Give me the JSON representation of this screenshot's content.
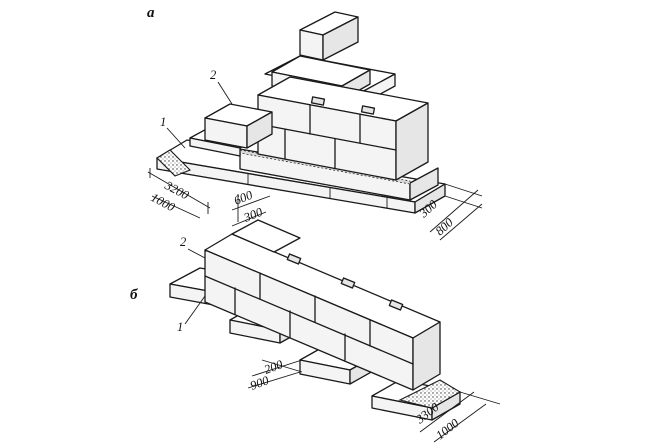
{
  "figure_a": {
    "label": "а",
    "callouts": [
      "1",
      "2"
    ],
    "dimensions": {
      "d1": "3200",
      "d2": "1000",
      "d3": "600",
      "d4": "300",
      "d5": "300",
      "d6": "800"
    }
  },
  "figure_b": {
    "label": "б",
    "callouts": [
      "2",
      "1"
    ],
    "dimensions": {
      "d1": "200",
      "d2": "900",
      "d3": "3300",
      "d4": "1000"
    }
  }
}
